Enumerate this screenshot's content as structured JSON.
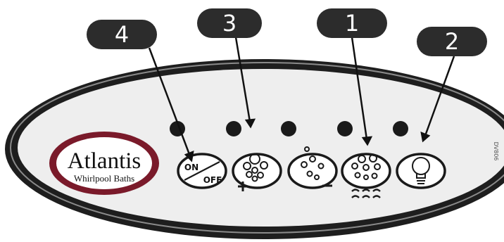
{
  "callouts": {
    "c4": "4",
    "c3": "3",
    "c1": "1",
    "c2": "2"
  },
  "logo": {
    "brand": "Atlantis",
    "tagline": "Whirlpool Baths"
  },
  "on_off_button": {
    "on_label": "ON",
    "off_label": "OFF"
  },
  "side_code": "DV806",
  "colors": {
    "rim": "#1e1e1e",
    "panel_face": "#eeeeee",
    "logo_ring": "#7a1a2a",
    "callout_fill": "#2c2c2c",
    "indicator": "#1a1a1a"
  }
}
